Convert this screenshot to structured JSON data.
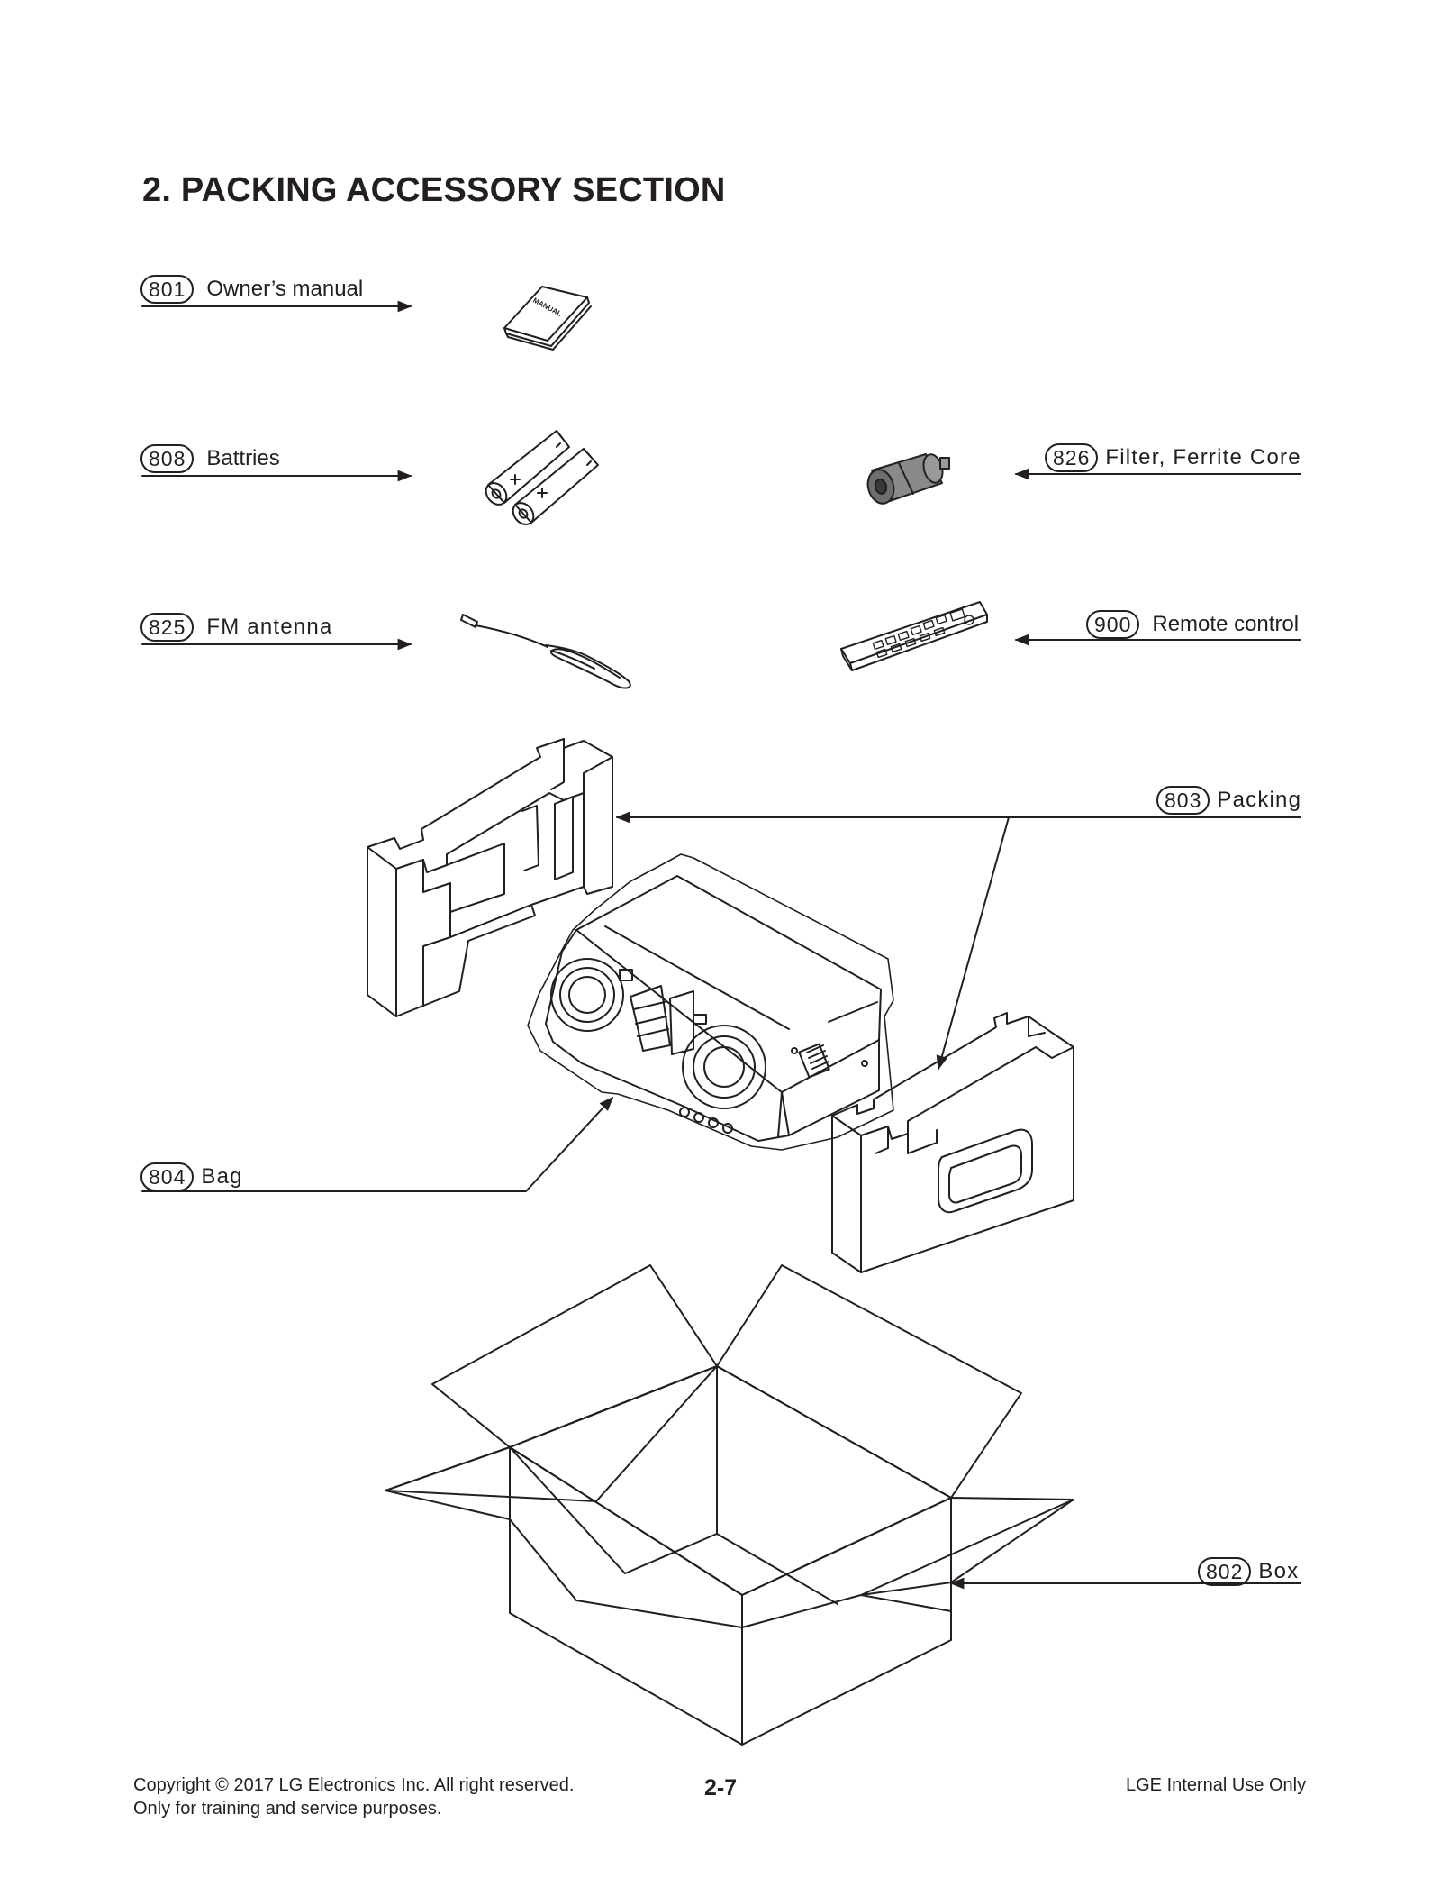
{
  "title": "2. PACKING ACCESSORY SECTION",
  "manual_label": "MANUAL",
  "callouts": [
    {
      "num": "801",
      "label": "Owner’s manual"
    },
    {
      "num": "808",
      "label": "Battries"
    },
    {
      "num": "826",
      "label": "Filter, Ferrite Core"
    },
    {
      "num": "825",
      "label": "FM antenna"
    },
    {
      "num": "900",
      "label": "Remote control"
    },
    {
      "num": "803",
      "label": "Packing"
    },
    {
      "num": "804",
      "label": "Bag"
    },
    {
      "num": "802",
      "label": "Box"
    }
  ],
  "footer": {
    "copyright": "Copyright © 2017 LG Electronics Inc. All right reserved.",
    "note": "Only for training and service purposes.",
    "page": "2-7",
    "internal": "LGE Internal Use Only"
  }
}
